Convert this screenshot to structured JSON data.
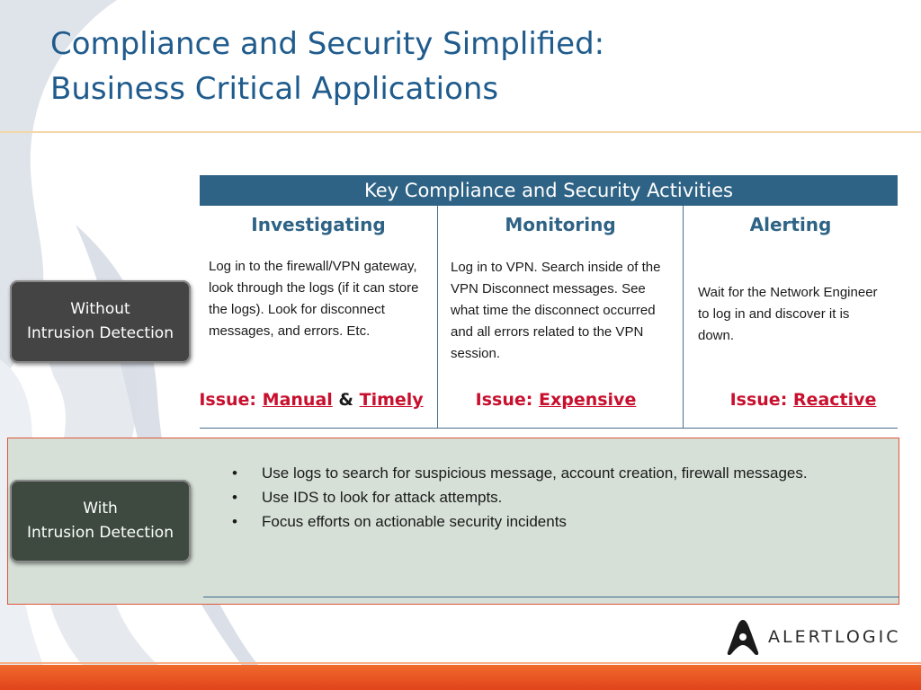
{
  "title": {
    "line1": "Compliance and Security Simplified:",
    "line2": "Business Critical Applications"
  },
  "table": {
    "header": "Key Compliance and Security Activities",
    "columns": [
      {
        "heading": "Investigating",
        "description": "Log in to the firewall/VPN gateway, look through the logs (if it can store the logs). Look for disconnect messages, and errors. Etc.",
        "issue_prefix": "Issue:",
        "issue_keyword": "Manual",
        "issue_joiner": "&",
        "issue_keyword2": "Timely"
      },
      {
        "heading": "Monitoring",
        "description": "Log in to VPN. Search inside of the VPN Disconnect messages. See what time the disconnect occurred and all errors related to the VPN session.",
        "issue_prefix": "Issue:",
        "issue_keyword": "Expensive"
      },
      {
        "heading": "Alerting",
        "description": "Wait for the Network Engineer to log in and discover it is down.",
        "issue_prefix": "Issue:",
        "issue_keyword": "Reactive"
      }
    ]
  },
  "without": {
    "line1": "Without",
    "line2": "Intrusion Detection"
  },
  "with": {
    "line1": "With",
    "line2": "Intrusion Detection",
    "bullets": [
      "Use logs to search for suspicious message, account creation, firewall messages.",
      "Use IDS to look for attack attempts.",
      "Focus efforts on actionable security incidents"
    ]
  },
  "logo": {
    "text": "ALERTLOGIC",
    "icon": "alertlogic-a-icon"
  },
  "colors": {
    "title": "#1f5b8c",
    "header_bg": "#2f6385",
    "issue": "#c8102e",
    "with_panel_bg": "#d6e0d7",
    "footer": "#e0441b"
  }
}
